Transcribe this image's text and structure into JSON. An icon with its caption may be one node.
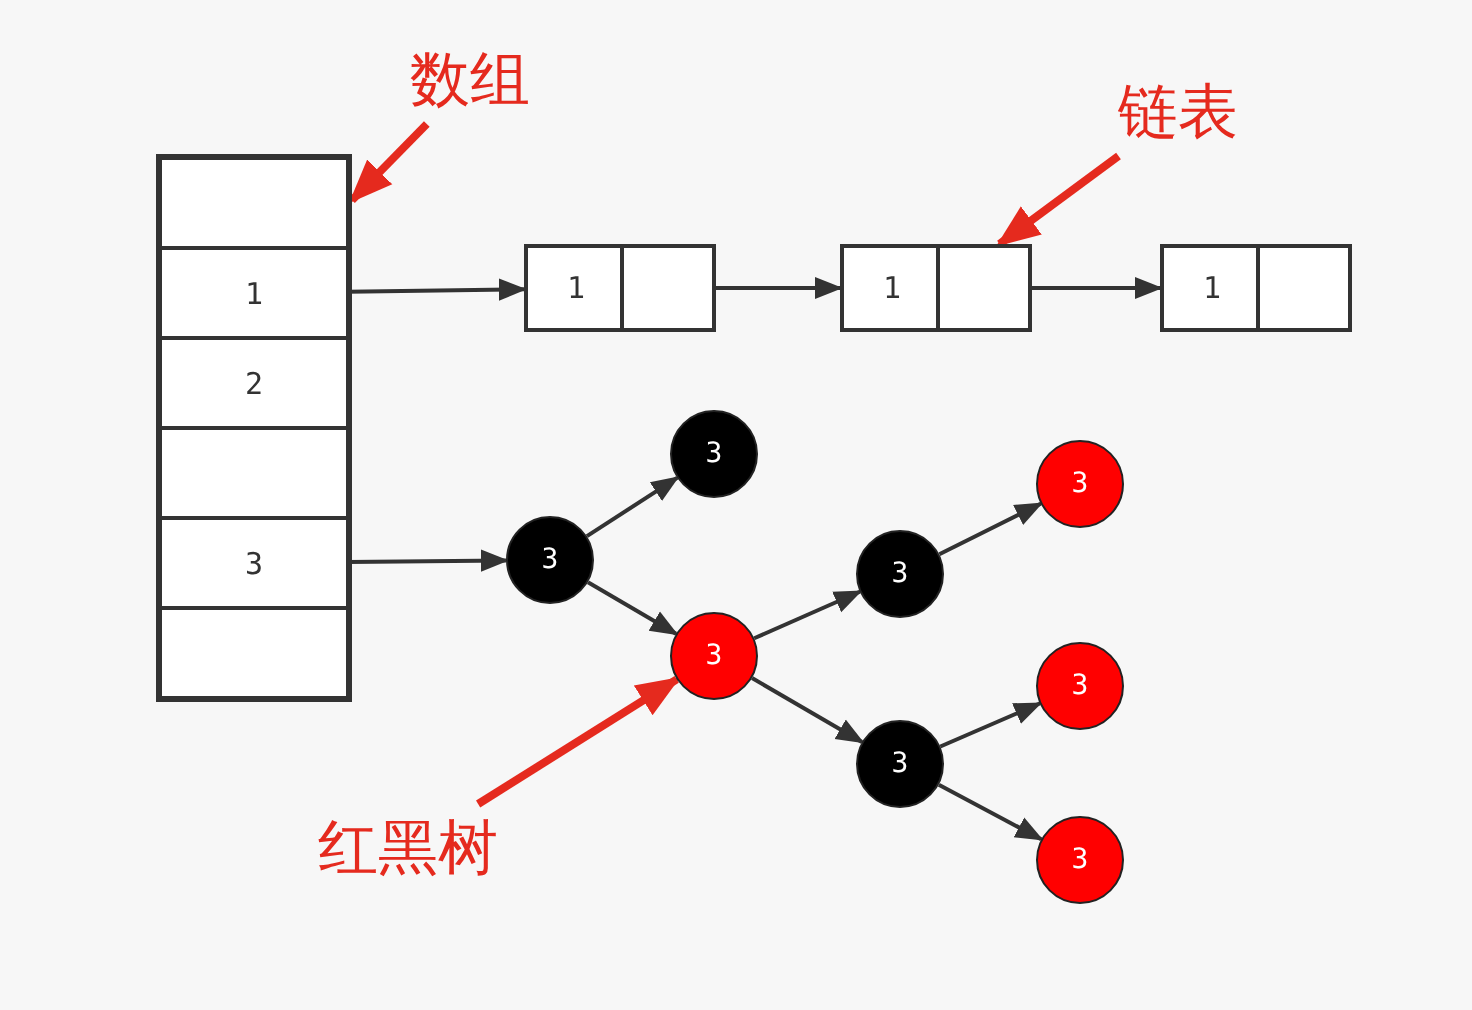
{
  "diagram": {
    "nodes": [
      {
        "text": [
          "数组"
        ]
      },
      {
        "text": [],
        "shape": "box"
      },
      {
        "text": [],
        "shape": "box",
        "in": 1
      },
      {
        "text": [
          "1"
        ],
        "in": 1
      },
      {
        "text": [
          "2"
        ],
        "in": 1
      },
      {
        "text": [],
        "shape": "box",
        "in": 1
      },
      {
        "text": [
          "3"
        ],
        "in": 1
      },
      {
        "text": [],
        "shape": "box",
        "in": 1
      },
      {
        "text": [
          "链表"
        ]
      },
      {
        "text": [
          "1"
        ]
      },
      {
        "text": [
          "1"
        ]
      },
      {
        "text": [
          "1"
        ]
      },
      {
        "text": [
          "红黑树"
        ]
      },
      {
        "text": [
          "3"
        ]
      },
      {
        "text": [
          "3"
        ]
      },
      {
        "text": [
          "3"
        ]
      },
      {
        "text": [
          "3"
        ]
      },
      {
        "text": [
          "3"
        ]
      },
      {
        "text": [
          "3"
        ]
      },
      {
        "text": [
          "3"
        ]
      },
      {
        "text": [
          "3"
        ]
      }
    ],
    "edges": [
      {
        "from": 0,
        "to": 1,
        "arrow": "to",
        "style": "thick",
        "color": "#e52a1e"
      },
      {
        "from": 3,
        "to": 9,
        "arrow": "to"
      },
      {
        "from": 9,
        "to": 10,
        "arrow": "to"
      },
      {
        "from": 10,
        "to": 11,
        "arrow": "to"
      },
      {
        "from": 8,
        "to": 10,
        "arrow": "to",
        "style": "thick",
        "color": "#e52a1e"
      },
      {
        "from": 6,
        "to": 13,
        "arrow": "to"
      },
      {
        "from": 13,
        "to": 14,
        "arrow": "to"
      },
      {
        "from": 13,
        "to": 15,
        "arrow": "to"
      },
      {
        "from": 15,
        "to": 16,
        "arrow": "to"
      },
      {
        "from": 16,
        "to": 17,
        "arrow": "to"
      },
      {
        "from": 15,
        "to": 18,
        "arrow": "to"
      },
      {
        "from": 18,
        "to": 19,
        "arrow": "to"
      },
      {
        "from": 18,
        "to": 20,
        "arrow": "to"
      },
      {
        "from": 12,
        "to": 15,
        "arrow": "to",
        "style": "thick",
        "color": "#e52a1e"
      }
    ]
  }
}
